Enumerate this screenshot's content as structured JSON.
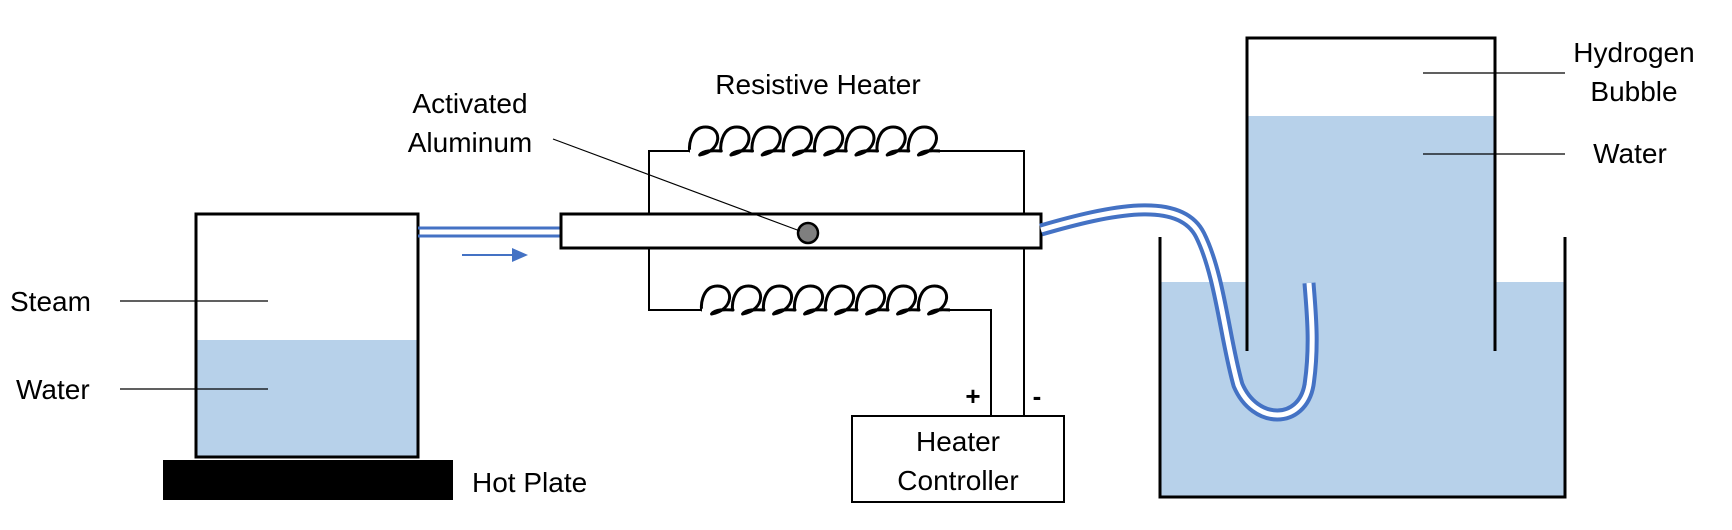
{
  "labels": {
    "resistive_heater": "Resistive Heater",
    "activated_aluminum_line1": "Activated",
    "activated_aluminum_line2": "Aluminum",
    "steam": "Steam",
    "water_left": "Water",
    "hot_plate": "Hot Plate",
    "heater_controller_line1": "Heater",
    "heater_controller_line2": "Controller",
    "plus": "+",
    "minus": "-",
    "hydrogen_bubble_line1": "Hydrogen",
    "hydrogen_bubble_line2": "Bubble",
    "water_right": "Water"
  },
  "colors": {
    "water": "#b7d1ea",
    "tube": "#4472c4",
    "line": "#000000",
    "aluminum_pellet": "#7f7f7f"
  }
}
